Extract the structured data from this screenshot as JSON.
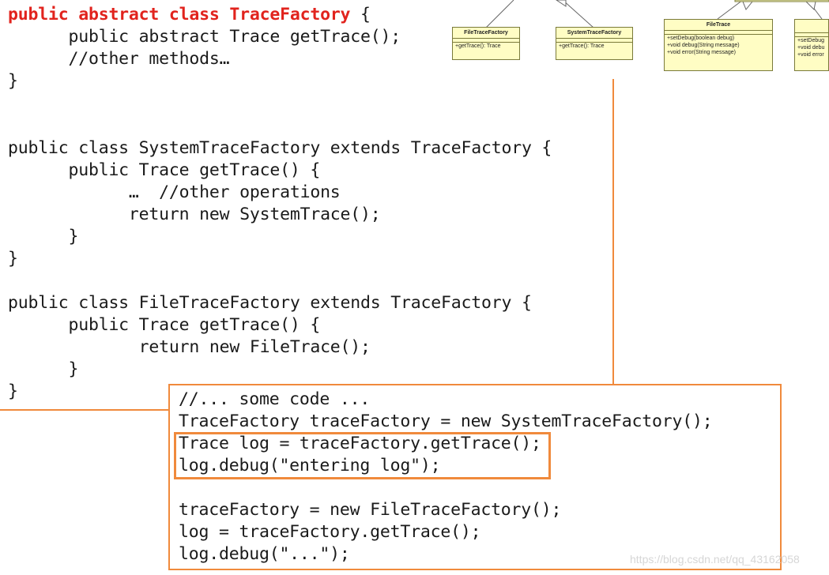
{
  "code": {
    "trace_factory": [
      {
        "kw": "public abstract class ",
        "name": "TraceFactory",
        "rest": " {"
      },
      {
        "text": "      public abstract Trace getTrace();"
      },
      {
        "text": "      //other methods…"
      },
      {
        "text": "}"
      }
    ],
    "system_trace_factory": [
      "public class SystemTraceFactory extends TraceFactory {",
      "      public Trace getTrace() {",
      "            …  //other operations",
      "            return new SystemTrace();",
      "      }",
      "}"
    ],
    "file_trace_factory": [
      "public class FileTraceFactory extends TraceFactory {",
      "      public Trace getTrace() {",
      "             return new FileTrace();",
      "      }",
      "}"
    ]
  },
  "snippet": [
    "//... some code ...",
    "TraceFactory traceFactory = new SystemTraceFactory();",
    "Trace log = traceFactory.getTrace();",
    "log.debug(\"entering log\");",
    "",
    "traceFactory = new FileTraceFactory();",
    "log = traceFactory.getTrace();",
    "log.debug(\"...\");"
  ],
  "uml": {
    "file_trace_factory": {
      "title": "FileTraceFactory",
      "ops": [
        "+getTrace(): Trace"
      ]
    },
    "system_trace_factory": {
      "title": "SystemTraceFactory",
      "ops": [
        "+getTrace(): Trace"
      ]
    },
    "file_trace": {
      "title": "FileTrace",
      "ops": [
        "+setDebug(boolean debug)",
        "+void debug(String message)",
        "+void error(String message)"
      ]
    },
    "system_trace_partial": {
      "title": "",
      "ops": [
        "+setDebug",
        "+void debu",
        "+void error"
      ]
    }
  },
  "watermark": "https://blog.csdn.net/qq_43162058",
  "colors": {
    "accent": "#f08a3c",
    "keyword": "#e1231d",
    "uml_fill": "#fffdc4"
  }
}
